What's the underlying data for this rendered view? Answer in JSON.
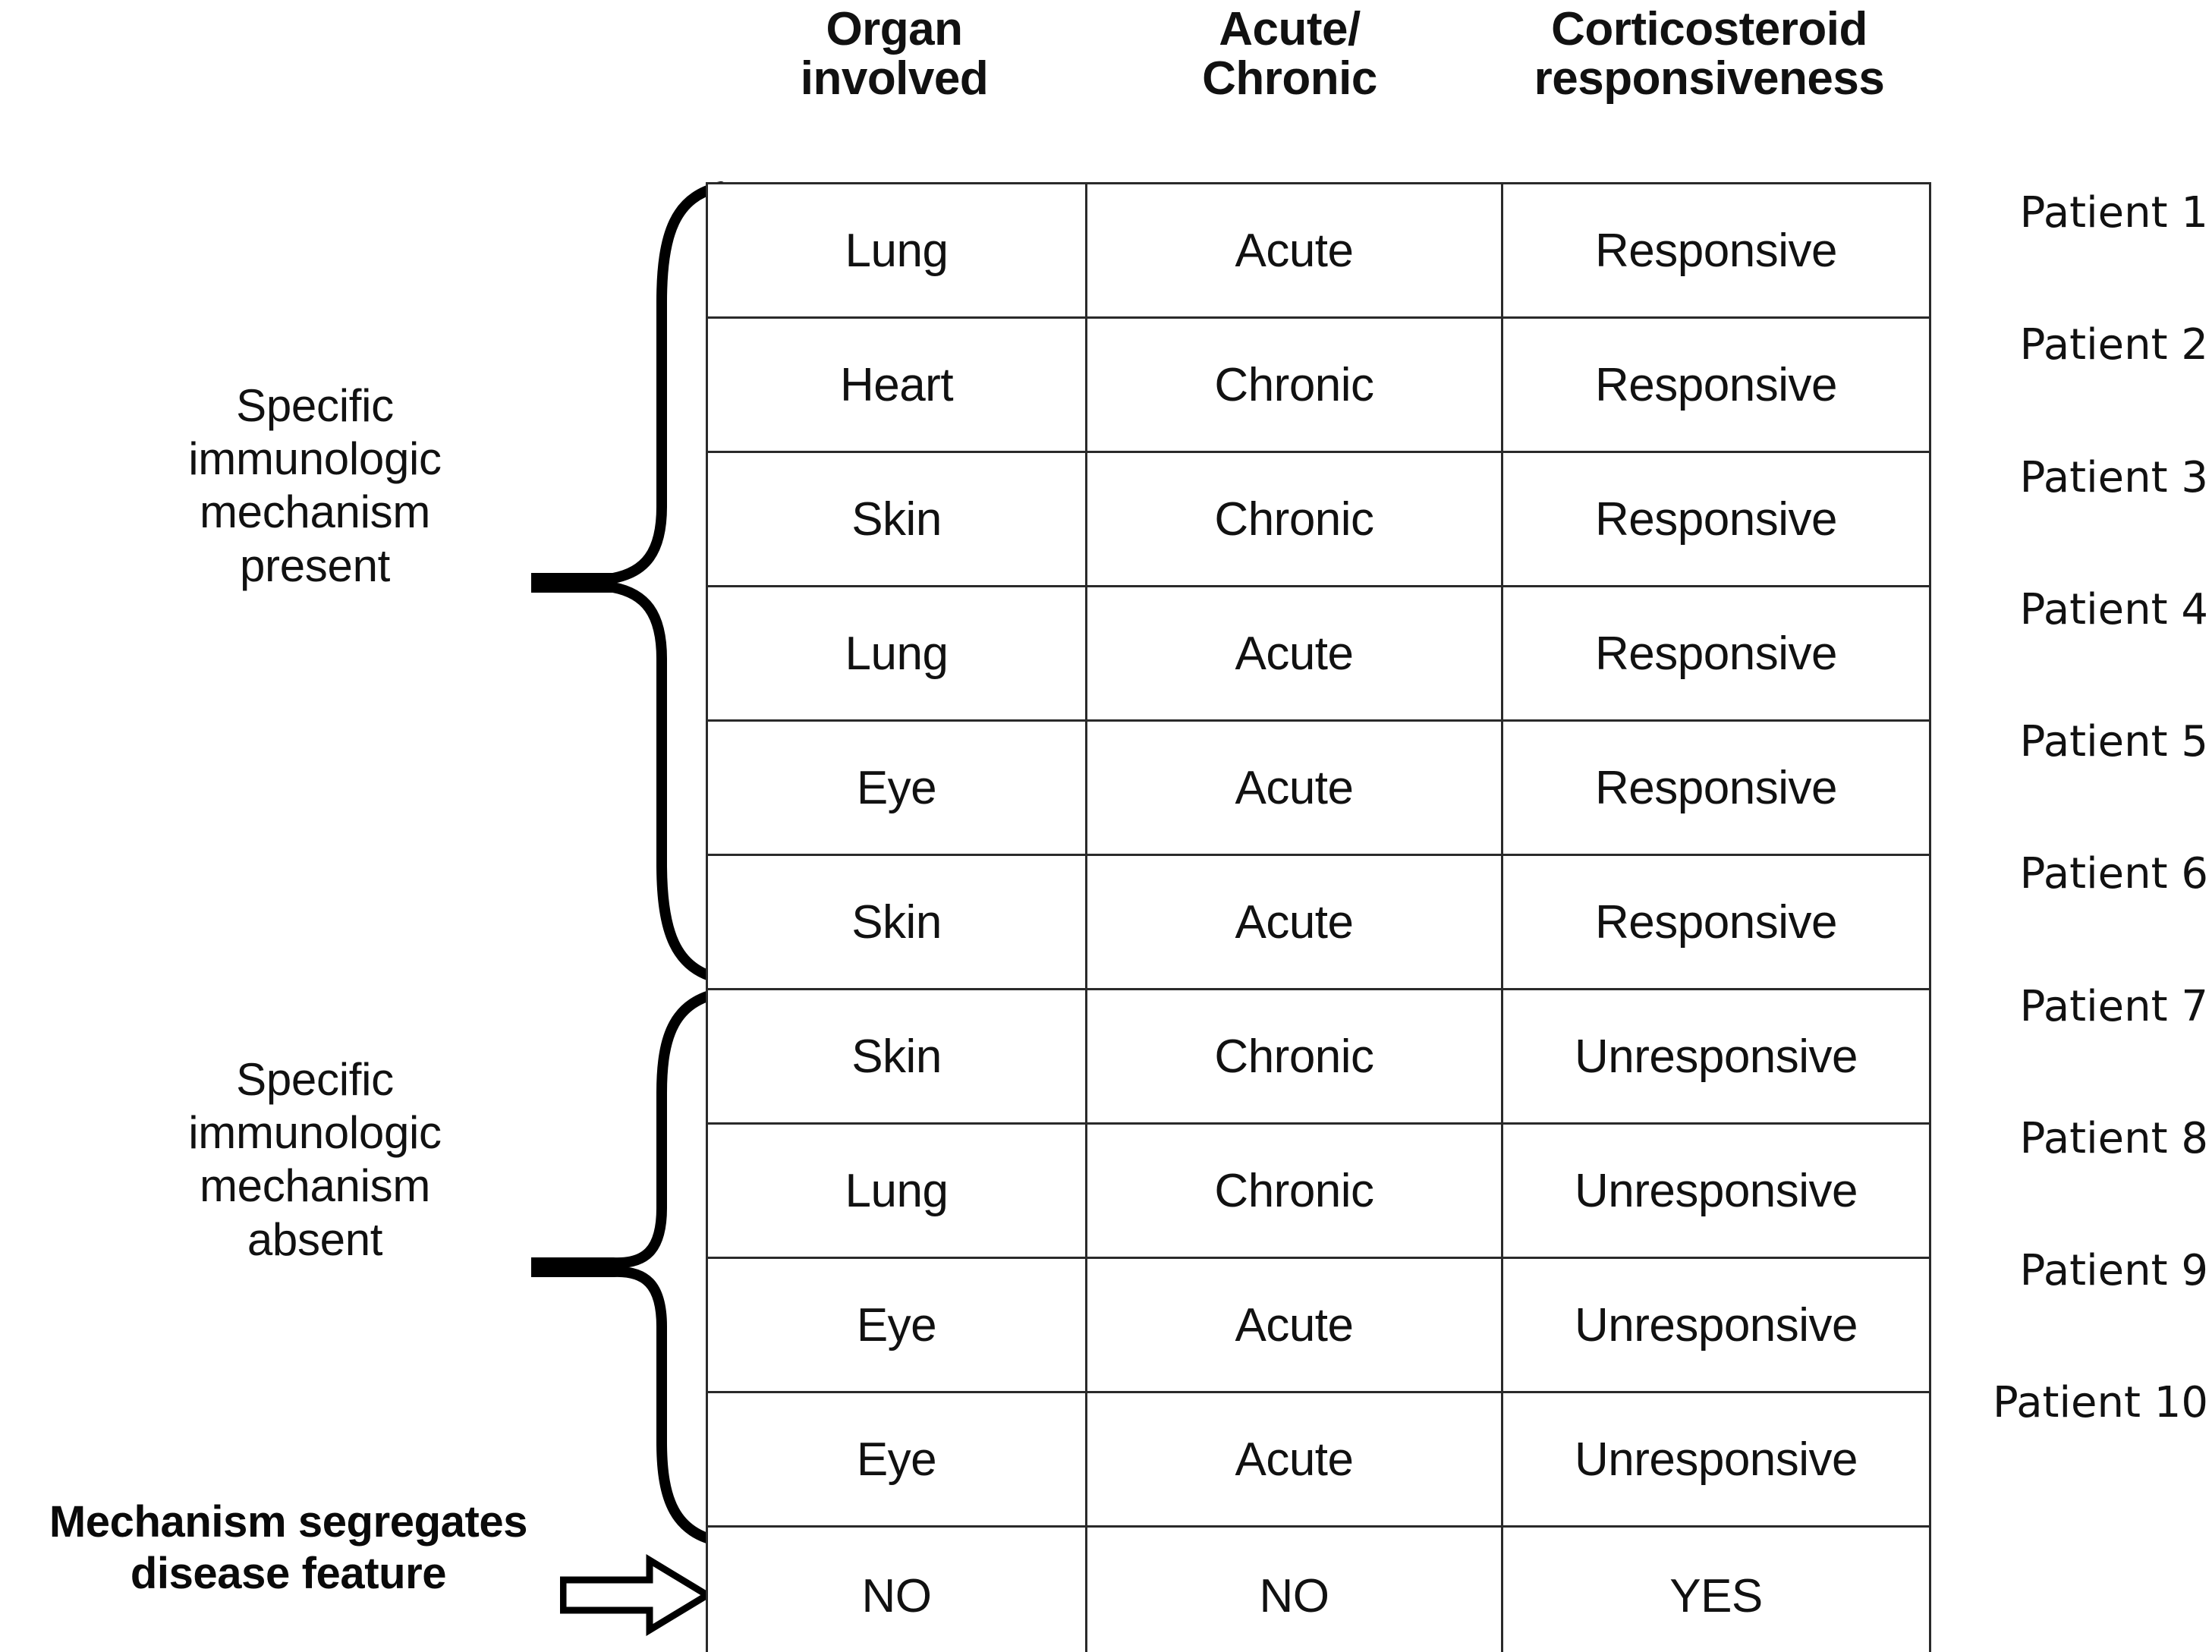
{
  "figure": {
    "columns": [
      {
        "id": "organ",
        "label": "Organ\ninvolved"
      },
      {
        "id": "acute_chronic",
        "label": "Acute/\nChronic"
      },
      {
        "id": "corticosteroid",
        "label": "Corticosteroid\nresponsiveness"
      }
    ],
    "group_labels": {
      "present": "Specific\nimmunologic\nmechanism\npresent",
      "absent": "Specific\nimmunologic\nmechanism\nabsent",
      "segregates": "Mechanism segregates\ndisease feature"
    },
    "icons": {
      "brace_top": "curly-brace-icon",
      "brace_bottom": "curly-brace-icon",
      "arrow": "right-arrow-icon"
    },
    "rows": [
      {
        "organ": "Lung",
        "acute_chronic": "Acute",
        "corticosteroid": "Responsive",
        "patient": "Patient 1",
        "group": "present"
      },
      {
        "organ": "Heart",
        "acute_chronic": "Chronic",
        "corticosteroid": "Responsive",
        "patient": "Patient 2",
        "group": "present"
      },
      {
        "organ": "Skin",
        "acute_chronic": "Chronic",
        "corticosteroid": "Responsive",
        "patient": "Patient 3",
        "group": "present"
      },
      {
        "organ": "Lung",
        "acute_chronic": "Acute",
        "corticosteroid": "Responsive",
        "patient": "Patient 4",
        "group": "present"
      },
      {
        "organ": "Eye",
        "acute_chronic": "Acute",
        "corticosteroid": "Responsive",
        "patient": "Patient 5",
        "group": "present"
      },
      {
        "organ": "Skin",
        "acute_chronic": "Acute",
        "corticosteroid": "Responsive",
        "patient": "Patient 6",
        "group": "present"
      },
      {
        "organ": "Skin",
        "acute_chronic": "Chronic",
        "corticosteroid": "Unresponsive",
        "patient": "Patient 7",
        "group": "absent"
      },
      {
        "organ": "Lung",
        "acute_chronic": "Chronic",
        "corticosteroid": "Unresponsive",
        "patient": "Patient 8",
        "group": "absent"
      },
      {
        "organ": "Eye",
        "acute_chronic": "Acute",
        "corticosteroid": "Unresponsive",
        "patient": "Patient 9",
        "group": "absent"
      },
      {
        "organ": "Eye",
        "acute_chronic": "Acute",
        "corticosteroid": "Unresponsive",
        "patient": "Patient 10",
        "group": "absent"
      }
    ],
    "summary_row": {
      "organ": "NO",
      "acute_chronic": "NO",
      "corticosteroid": "YES"
    },
    "colors": {
      "text": "#111111",
      "border": "#2a2a2a",
      "background": "#ffffff"
    }
  }
}
